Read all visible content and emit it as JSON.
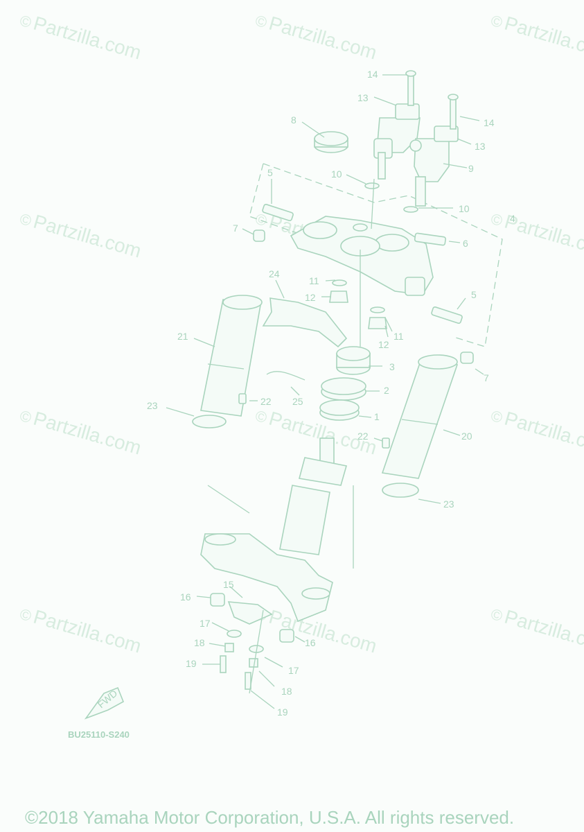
{
  "watermark": {
    "symbol": "©",
    "text": "Partzilla.com"
  },
  "labels": {
    "p1": "1",
    "p2": "2",
    "p3": "3",
    "p4": "4",
    "p5a": "5",
    "p5b": "5",
    "p6": "6",
    "p7a": "7",
    "p7b": "7",
    "p8": "8",
    "p9": "9",
    "p10a": "10",
    "p10b": "10",
    "p11a": "11",
    "p11b": "11",
    "p12a": "12",
    "p12b": "12",
    "p13a": "13",
    "p13b": "13",
    "p14a": "14",
    "p14b": "14",
    "p15": "15",
    "p16a": "16",
    "p16b": "16",
    "p17a": "17",
    "p17b": "17",
    "p18a": "18",
    "p18b": "18",
    "p19a": "19",
    "p19b": "19",
    "p20": "20",
    "p21": "21",
    "p22a": "22",
    "p22b": "22",
    "p23a": "23",
    "p23b": "23",
    "p24": "24",
    "p25": "25"
  },
  "fwd_label": "FWD",
  "diagram_code": "BU25110-S240",
  "copyright": "©2018 Yamaha Motor Corporation, U.S.A. All rights reserved.",
  "colors": {
    "line": "#a9d4bd",
    "watermark": "#d7ecdf",
    "background": "#fafdfb"
  }
}
